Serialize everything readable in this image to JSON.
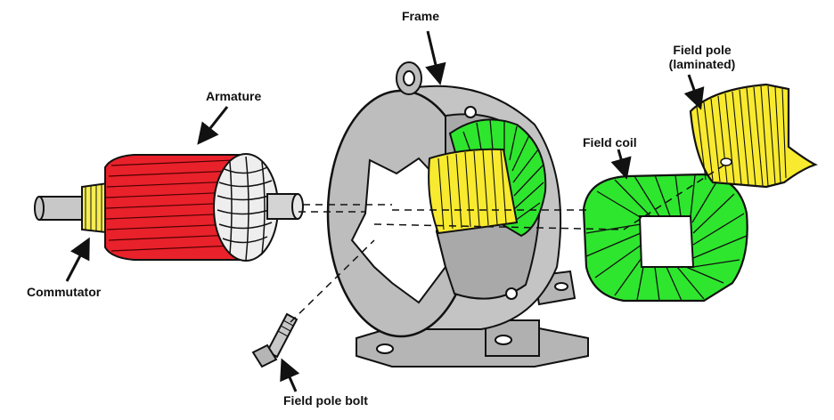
{
  "labels": {
    "frame": "Frame",
    "armature": "Armature",
    "commutator": "Commutator",
    "field_coil": "Field coil",
    "field_pole_line1": "Field pole",
    "field_pole_line2": "(laminated)",
    "field_pole_bolt": "Field pole bolt"
  },
  "colors": {
    "armature_red": "#e8212b",
    "commutator_yellow": "#f6ee52",
    "coil_green": "#2ee62e",
    "pole_yellow": "#f8ea2e",
    "frame_gray": "#bdbdbd",
    "outline": "#111111"
  }
}
